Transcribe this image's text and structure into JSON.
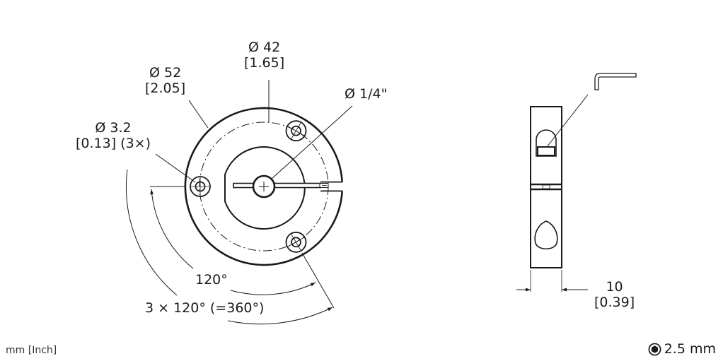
{
  "units_label": "mm [Inch]",
  "tool_size": {
    "icon": "hex-key-icon",
    "label": "2.5 mm"
  },
  "front_view": {
    "dimensions": {
      "bolt_circle": {
        "primary": "Ø 42",
        "secondary": "[1.65]"
      },
      "outer_diameter": {
        "primary": "Ø 52",
        "secondary": "[2.05]"
      },
      "bore_diameter": {
        "primary": "Ø 1/4\""
      },
      "mounting_holes": {
        "primary": "Ø 3.2",
        "secondary": "[0.13] (3×)"
      },
      "angle_single": "120°",
      "angle_total": "3 × 120° (=360°)"
    }
  },
  "side_view": {
    "dimensions": {
      "thickness": {
        "primary": "10",
        "secondary": "[0.39]"
      }
    },
    "tool_icon": "hex-key-icon"
  }
}
